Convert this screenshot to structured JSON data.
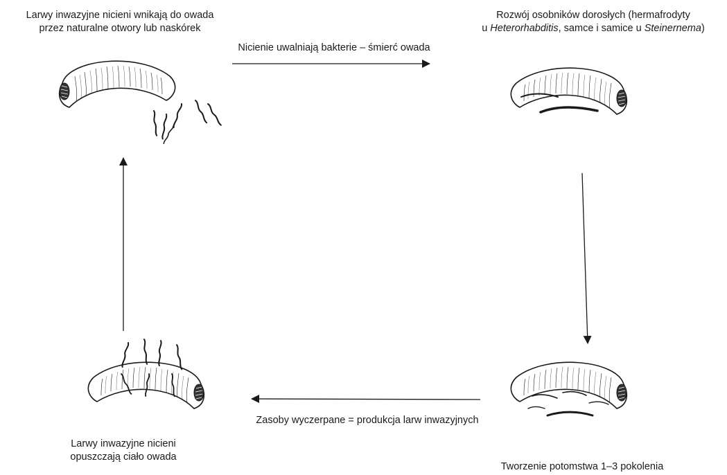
{
  "stages": {
    "top_left": {
      "line1": "Larwy inwazyjne nicieni wnikają do owada",
      "line2": "przez naturalne otwory lub naskórek"
    },
    "top_right": {
      "line1": "Rozwój osobników dorosłych (hermafrodyty",
      "line2_a": "u ",
      "line2_b": "Heterorhabditis",
      "line2_c": ", samce i samice u ",
      "line2_d": "Steinernema",
      "line2_e": ")"
    },
    "bottom_right": {
      "line1": "Tworzenie potomstwa 1–3 pokolenia"
    },
    "bottom_left": {
      "line1": "Larwy inwazyjne nicieni",
      "line2": "opuszczają ciało owada"
    }
  },
  "transitions": {
    "top": "Nicienie uwalniają bakterie – śmierć owada",
    "bottom": "Zasoby wyczerpane = produkcja larw inwazyjnych"
  },
  "colors": {
    "line": "#1a1a1a",
    "background": "#ffffff"
  }
}
